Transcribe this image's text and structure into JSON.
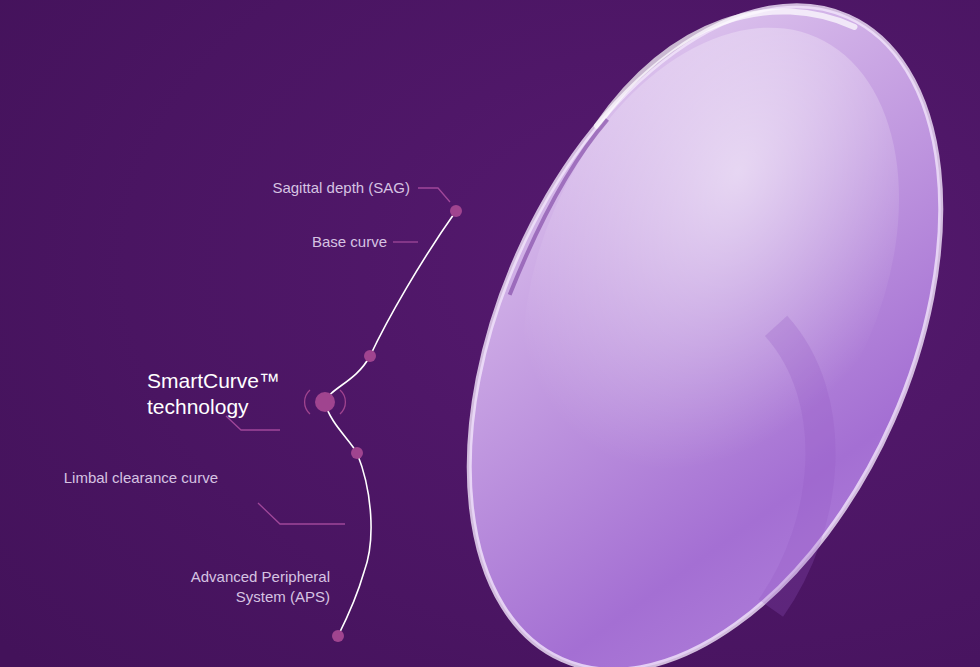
{
  "diagram": {
    "labels": [
      "Sagittal depth (SAG)",
      "Base curve",
      "SmartCurve™ technology",
      "Limbal clearance curve",
      "Advanced Peripheral System (APS)"
    ]
  }
}
